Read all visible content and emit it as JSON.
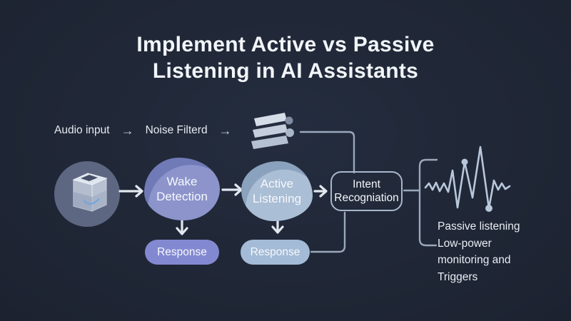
{
  "slide": {
    "title_line1": "Implement Active vs Passive",
    "title_line2": "Listening in AI Assistants"
  },
  "input_row": {
    "audio_input_label": "Audio input",
    "arrow_1": "→",
    "noise_filtered_label": "Noise Filterd",
    "arrow_2": "→"
  },
  "nodes": {
    "wake_detection": {
      "line1": "Wake",
      "line2": "Detection"
    },
    "active_listening": {
      "line1": "Active",
      "line2": "Listening"
    },
    "intent_recognition": {
      "line1": "Intent",
      "line2": "Recogniation"
    },
    "wake_response": {
      "label": "Response"
    },
    "active_response": {
      "label": "Response"
    }
  },
  "annotation": {
    "line1": "Passive listening",
    "line2": "Low-power",
    "line3": "monitoring and",
    "line4": "Triggers"
  },
  "icons": {
    "noise_filter": "stacked-filter-bars-with-dots",
    "audio_device": "smart-speaker-box-in-circle",
    "waveform": "audio-waveform-with-dots"
  },
  "colors": {
    "background": "#202837",
    "title_text": "#F2F5F9",
    "wake_blob": "#8C94CB",
    "wake_blob_shade": "#707AB6",
    "active_blob": "#AABED5",
    "active_blob_shade": "#8BA2BE",
    "wake_response_pill": "#8389D1",
    "active_response_pill": "#A3BBD6",
    "device_circle": "#5E6782",
    "intent_border": "#A9B7CB",
    "connector": "#9AA8BC",
    "arrow": "#E3E8F0",
    "waveform": "#B9C7DB"
  }
}
